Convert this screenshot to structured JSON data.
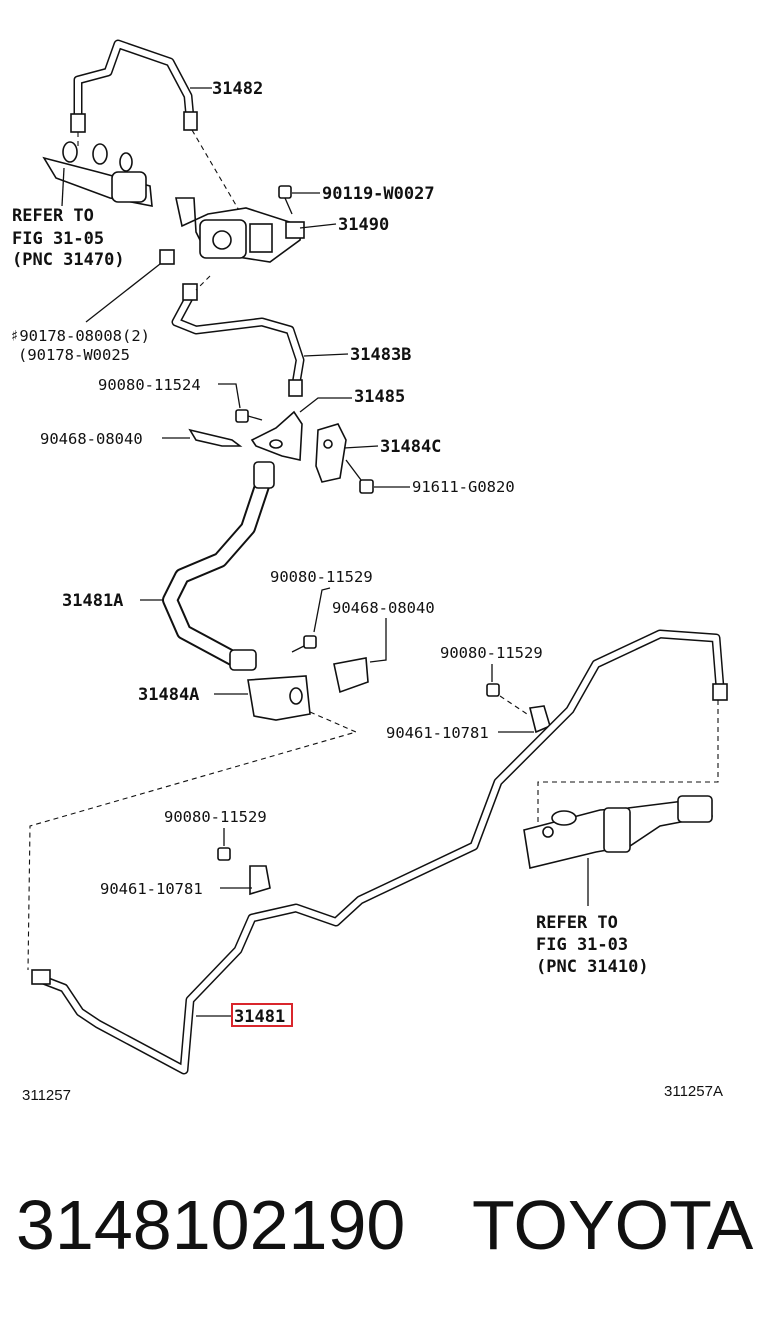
{
  "labels": {
    "p31482": "31482",
    "p90119": "90119-W0027",
    "p31490": "31490",
    "refer1_l1": "REFER TO",
    "refer1_l2": "FIG 31-05",
    "refer1_l3": "(PNC 31470)",
    "p90178a": "♯90178-08008(2)",
    "p90178b": "(90178-W0025",
    "p31483b": "31483B",
    "p90080_11524": "90080-11524",
    "p31485": "31485",
    "p90468_a": "90468-08040",
    "p31484c": "31484C",
    "p91611": "91611-G0820",
    "p31481a": "31481A",
    "p90080_11529_a": "90080-11529",
    "p90468_b": "90468-08040",
    "p90080_11529_b": "90080-11529",
    "p31484a": "31484A",
    "p90461_a": "90461-10781",
    "p90080_11529_c": "90080-11529",
    "p90461_b": "90461-10781",
    "refer2_l1": "REFER TO",
    "refer2_l2": "FIG 31-03",
    "refer2_l3": "(PNC 31410)",
    "p31481": "31481",
    "code_left": "311257",
    "code_right": "311257A"
  },
  "highlight": {
    "color": "#d9262c",
    "part": "31481"
  },
  "footer": {
    "part_number": "3148102190",
    "brand": "TOYOTA"
  }
}
